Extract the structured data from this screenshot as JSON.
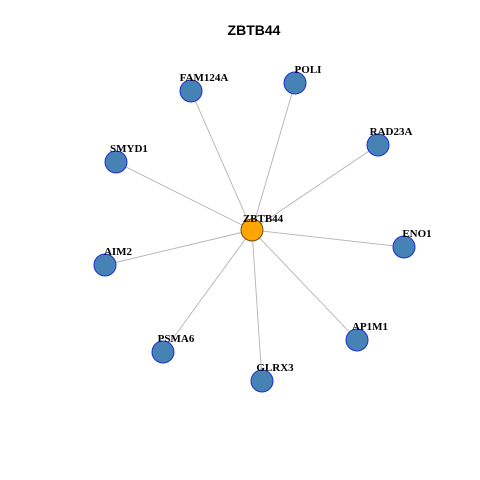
{
  "diagram": {
    "title": "ZBTB44",
    "hub": {
      "label": "ZBTB44",
      "color": "#FFA500"
    },
    "neighbors": [
      {
        "label": "FAM124A"
      },
      {
        "label": "POLI"
      },
      {
        "label": "RAD23A"
      },
      {
        "label": "SMYD1"
      },
      {
        "label": "ENO1"
      },
      {
        "label": "AIM2"
      },
      {
        "label": "AP1M1"
      },
      {
        "label": "PSMA6"
      },
      {
        "label": "GLRX3"
      }
    ],
    "neighbor_color": "#4682B4",
    "node_border_color": "#1D2FD6",
    "edge_color": "#B3B3B3"
  }
}
